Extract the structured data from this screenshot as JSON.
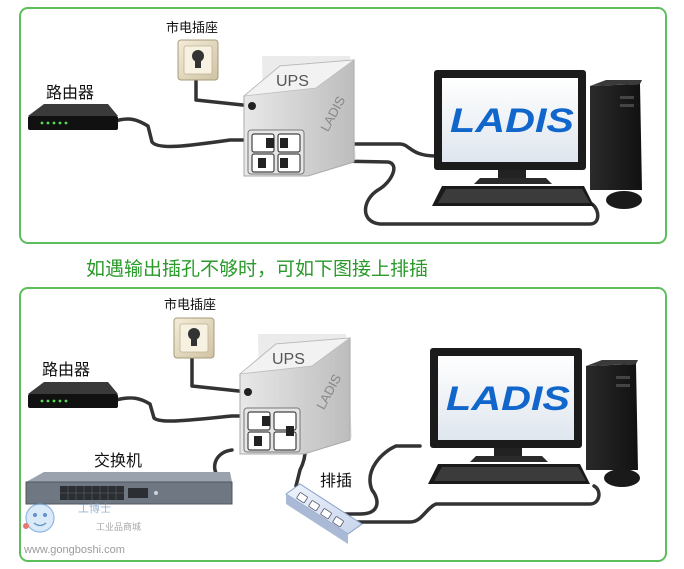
{
  "panel1": {
    "outlet_label": "市电插座",
    "router_label": "路由器",
    "ups_label": "UPS",
    "ups_brand": "LADIS",
    "monitor_brand": "LADIS"
  },
  "heading": "如遇输出插孔不够时，可如下图接上排插",
  "panel2": {
    "outlet_label": "市电插座",
    "router_label": "路由器",
    "ups_label": "UPS",
    "ups_brand": "LADIS",
    "switch_label": "交换机",
    "strip_label": "排插",
    "monitor_brand": "LADIS"
  },
  "watermark": {
    "logo_text": "工博士",
    "sub_text": "工业品商城",
    "url": "www.gongboshi.com"
  },
  "colors": {
    "panel_border": "#5bbf5b",
    "heading": "#2a9a2a",
    "cable": "#333333",
    "brand": "#1166cc"
  }
}
